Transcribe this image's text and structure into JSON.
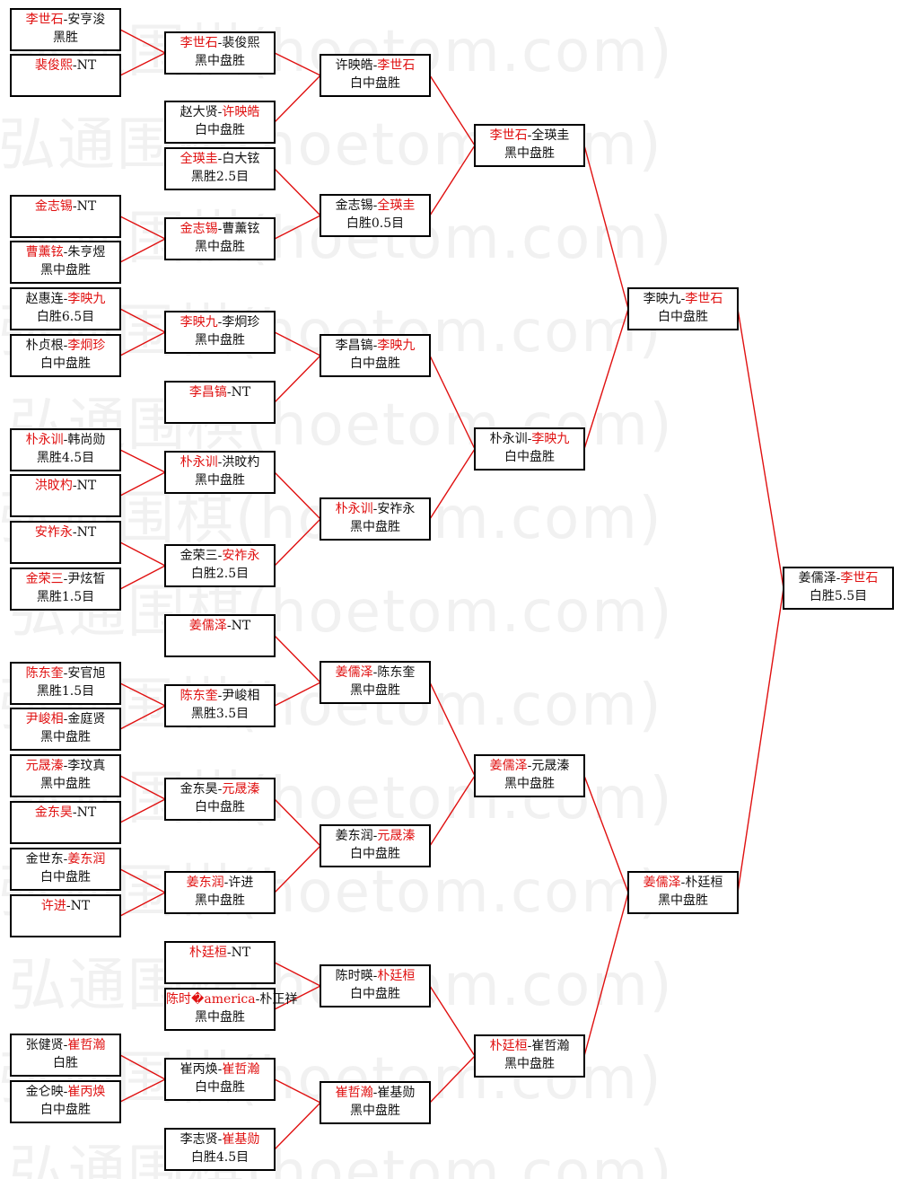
{
  "watermark": "弘通围棋(hoetom.com)",
  "colors": {
    "winner": "#e01010",
    "line": "#e01010",
    "border": "#000000",
    "watermark": "#f1f1f1"
  },
  "rounds": [
    [
      {
        "p1": "李世石",
        "p2": "安亨浚",
        "w": 1,
        "res": "黑胜"
      },
      {
        "p1": "裴俊熙",
        "p2": "NT",
        "w": 1,
        "res": ""
      },
      {
        "p1": "金志锡",
        "p2": "NT",
        "w": 1,
        "res": ""
      },
      {
        "p1": "曹薰铉",
        "p2": "朱亨煜",
        "w": 1,
        "res": "黑中盘胜"
      },
      {
        "p1": "赵惠连",
        "p2": "李映九",
        "w": 2,
        "res": "白胜6.5目"
      },
      {
        "p1": "朴贞根",
        "p2": "李炯珍",
        "w": 2,
        "res": "白中盘胜"
      },
      {
        "p1": "朴永训",
        "p2": "韩尚勋",
        "w": 1,
        "res": "黑胜4.5目"
      },
      {
        "p1": "洪旼杓",
        "p2": "NT",
        "w": 1,
        "res": ""
      },
      {
        "p1": "安祚永",
        "p2": "NT",
        "w": 1,
        "res": ""
      },
      {
        "p1": "金荣三",
        "p2": "尹炫晳",
        "w": 1,
        "res": "黑胜1.5目"
      },
      {
        "p1": "陈东奎",
        "p2": "安官旭",
        "w": 1,
        "res": "黑胜1.5目"
      },
      {
        "p1": "尹峻相",
        "p2": "金庭贤",
        "w": 1,
        "res": "黑中盘胜"
      },
      {
        "p1": "元晟溱",
        "p2": "李玟真",
        "w": 1,
        "res": "黑中盘胜"
      },
      {
        "p1": "金东昊",
        "p2": "NT",
        "w": 1,
        "res": ""
      },
      {
        "p1": "金世东",
        "p2": "姜东润",
        "w": 2,
        "res": "白中盘胜"
      },
      {
        "p1": "许进",
        "p2": "NT",
        "w": 1,
        "res": ""
      },
      {
        "p1": "张健贤",
        "p2": "崔哲瀚",
        "w": 2,
        "res": "白胜"
      },
      {
        "p1": "金仑映",
        "p2": "崔丙焕",
        "w": 2,
        "res": "白中盘胜"
      }
    ],
    [
      {
        "p1": "李世石",
        "p2": "裴俊熙",
        "w": 1,
        "res": "黑中盘胜"
      },
      {
        "p1": "赵大贤",
        "p2": "许映皓",
        "w": 2,
        "res": "白中盘胜"
      },
      {
        "p1": "全瑛圭",
        "p2": "白大铉",
        "w": 1,
        "res": "黑胜2.5目"
      },
      {
        "p1": "金志锡",
        "p2": "曹薰铉",
        "w": 1,
        "res": "黑中盘胜"
      },
      {
        "p1": "李映九",
        "p2": "李炯珍",
        "w": 1,
        "res": "黑中盘胜"
      },
      {
        "p1": "李昌镐",
        "p2": "NT",
        "w": 1,
        "res": ""
      },
      {
        "p1": "朴永训",
        "p2": "洪旼杓",
        "w": 1,
        "res": "黑中盘胜"
      },
      {
        "p1": "金荣三",
        "p2": "安祚永",
        "w": 2,
        "res": "白胜2.5目"
      },
      {
        "p1": "姜儒泽",
        "p2": "NT",
        "w": 1,
        "res": ""
      },
      {
        "p1": "陈东奎",
        "p2": "尹峻相",
        "w": 1,
        "res": "黑胜3.5目"
      },
      {
        "p1": "金东昊",
        "p2": "元晟溱",
        "w": 2,
        "res": "白中盘胜"
      },
      {
        "p1": "姜东润",
        "p2": "许进",
        "w": 1,
        "res": "黑中盘胜"
      },
      {
        "p1": "朴廷桓",
        "p2": "NT",
        "w": 1,
        "res": ""
      },
      {
        "p1": "陈时�america",
        "p2": "朴正祥",
        "w": 1,
        "res": "黑中盘胜"
      },
      {
        "p1": "崔丙焕",
        "p2": "崔哲瀚",
        "w": 2,
        "res": "白中盘胜"
      },
      {
        "p1": "李志贤",
        "p2": "崔基勋",
        "w": 2,
        "res": "白胜4.5目"
      }
    ],
    [
      {
        "p1": "许映皓",
        "p2": "李世石",
        "w": 2,
        "res": "白中盘胜"
      },
      {
        "p1": "金志锡",
        "p2": "全瑛圭",
        "w": 2,
        "res": "白胜0.5目"
      },
      {
        "p1": "李昌镐",
        "p2": "李映九",
        "w": 2,
        "res": "白中盘胜"
      },
      {
        "p1": "朴永训",
        "p2": "安祚永",
        "w": 1,
        "res": "黑中盘胜"
      },
      {
        "p1": "姜儒泽",
        "p2": "陈东奎",
        "w": 1,
        "res": "黑中盘胜"
      },
      {
        "p1": "姜东润",
        "p2": "元晟溱",
        "w": 2,
        "res": "白中盘胜"
      },
      {
        "p1": "陈时暎",
        "p2": "朴廷桓",
        "w": 2,
        "res": "白中盘胜"
      },
      {
        "p1": "崔哲瀚",
        "p2": "崔基勋",
        "w": 1,
        "res": "黑中盘胜"
      }
    ],
    [
      {
        "p1": "李世石",
        "p2": "全瑛圭",
        "w": 1,
        "res": "黑中盘胜"
      },
      {
        "p1": "朴永训",
        "p2": "李映九",
        "w": 2,
        "res": "白中盘胜"
      },
      {
        "p1": "姜儒泽",
        "p2": "元晟溱",
        "w": 1,
        "res": "黑中盘胜"
      },
      {
        "p1": "朴廷桓",
        "p2": "崔哲瀚",
        "w": 1,
        "res": "黑中盘胜"
      }
    ],
    [
      {
        "p1": "李映九",
        "p2": "李世石",
        "w": 2,
        "res": "白中盘胜"
      },
      {
        "p1": "姜儒泽",
        "p2": "朴廷桓",
        "w": 1,
        "res": "黑中盘胜"
      }
    ],
    [
      {
        "p1": "姜儒泽",
        "p2": "李世石",
        "w": 2,
        "res": "白胜5.5目"
      }
    ]
  ]
}
